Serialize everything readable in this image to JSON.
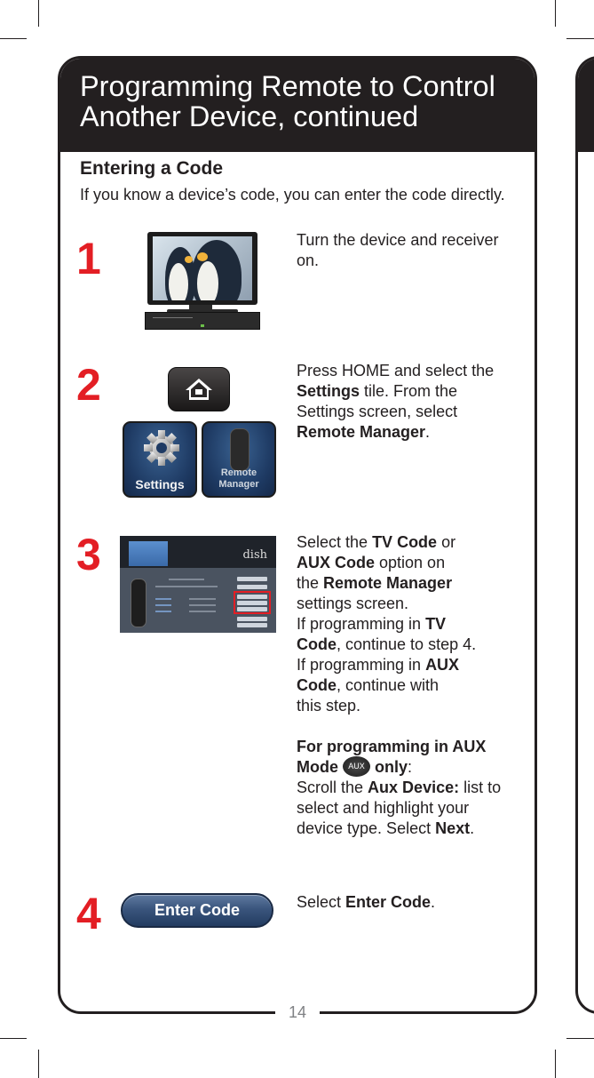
{
  "header": {
    "title_line1": "Programming Remote to Control",
    "title_line2": "Another Device, continued"
  },
  "section": {
    "title": "Entering a Code",
    "intro": "If you know a device’s code, you can enter the code directly."
  },
  "steps": [
    {
      "number": "1",
      "image": "tv-and-receiver-illustration",
      "text": "Turn the device and receiver on."
    },
    {
      "number": "2",
      "image": "home-button-settings-remote-manager-tiles",
      "tiles": [
        "Settings",
        "Remote Manager"
      ],
      "text_parts": [
        "Press HOME and select the ",
        "Settings",
        " tile. From the Settings screen, select ",
        "Remote Manager",
        "."
      ]
    },
    {
      "number": "3",
      "image": "remote-manager-settings-screen",
      "screen_brand": "dish",
      "text_parts": [
        "Select the ",
        "TV Code",
        " or ",
        "AUX Code",
        " option on the ",
        "Remote Manager",
        " settings screen.",
        "If programming in ",
        "TV Code",
        ", continue to step 4.",
        "If programming in ",
        "AUX Code",
        ", continue with this step."
      ],
      "note_parts": [
        "For programming in AUX Mode",
        "AUX",
        "only",
        ":",
        "Scroll the ",
        "Aux Device:",
        " list to select and highlight your device type. Select ",
        "Next",
        "."
      ]
    },
    {
      "number": "4",
      "button_label": "Enter Code",
      "text_parts": [
        "Select ",
        "Enter Code",
        "."
      ]
    }
  ],
  "page_number": "14",
  "colors": {
    "header_bg": "#231f20",
    "step_number": "#e31e24",
    "button_blue": "#2f4a72",
    "page_number": "#808285",
    "highlight_red": "#e31e24"
  }
}
